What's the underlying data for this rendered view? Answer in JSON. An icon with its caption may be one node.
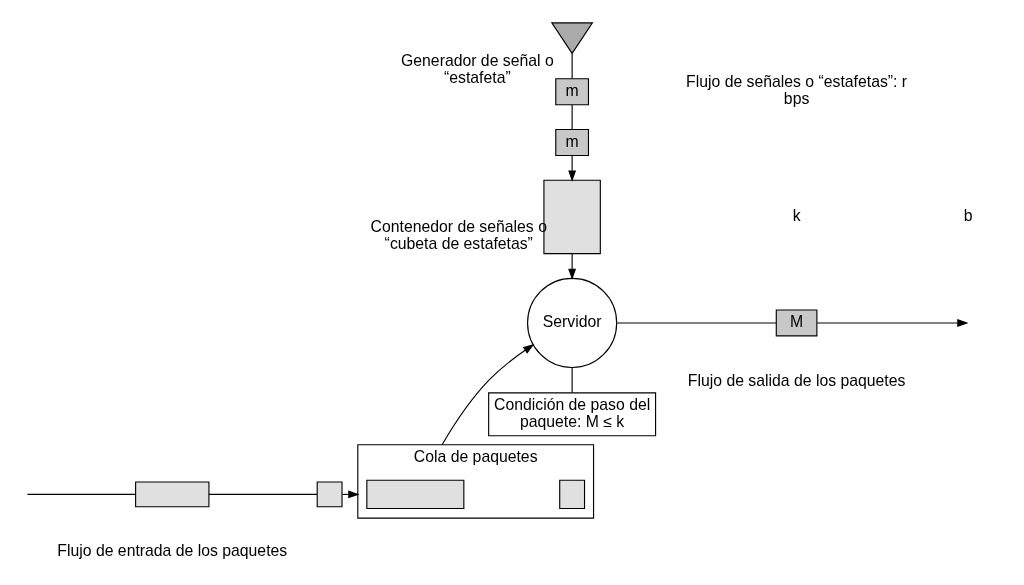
{
  "diagram": {
    "nodes": [
      {
        "text": [],
        "shape": "triangle",
        "beside": [
          "Generador de señal o “estafeta”"
        ]
      },
      {
        "text": [
          "m"
        ]
      },
      {
        "text": [
          "m"
        ]
      },
      {
        "text": [],
        "shape": "box",
        "beside": [
          "Contenedor de señales o “cubeta de estafetas”"
        ]
      },
      {
        "text": [
          "Servidor"
        ]
      },
      {
        "text": [],
        "shape": "box"
      },
      {
        "text": [],
        "shape": "box"
      },
      {
        "text": [
          "Cola de paquetes"
        ]
      },
      {
        "text": [],
        "shape": "box",
        "in": 7
      },
      {
        "text": [],
        "shape": "box",
        "in": 7
      },
      {
        "text": [
          "M"
        ]
      },
      {
        "text": [
          "Condición de paso del paquete: M ≤ k"
        ]
      }
    ],
    "edges": [
      {
        "from": 0,
        "to": 1,
        "arrow": "none"
      },
      {
        "from": 1,
        "to": 2,
        "arrow": "none"
      },
      {
        "from": 2,
        "to": 3,
        "arrow": "to"
      },
      {
        "from": 3,
        "to": 4,
        "arrow": "to"
      },
      {
        "from": null,
        "to": 5,
        "arrow": "none"
      },
      {
        "from": 5,
        "to": 6,
        "arrow": "none"
      },
      {
        "from": 6,
        "to": 7,
        "arrow": "to"
      },
      {
        "from": 7,
        "to": 4,
        "arrow": "to"
      },
      {
        "from": 4,
        "to": 10,
        "arrow": "none"
      },
      {
        "from": 10,
        "to": null,
        "arrow": "to"
      },
      {
        "from": 11,
        "to": 4,
        "arrow": "none"
      }
    ],
    "labels": [
      "Flujo de señales o “estafetas”: r bps",
      "b",
      "k",
      "Flujo de entrada de los paquetes",
      "Flujo de salida de los paquetes"
    ]
  }
}
